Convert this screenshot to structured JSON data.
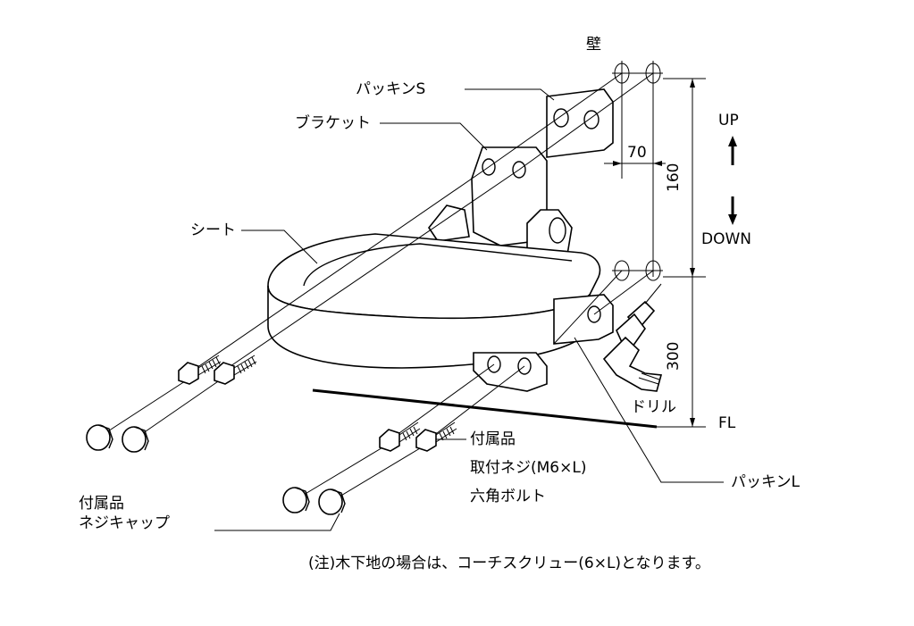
{
  "labels": {
    "wall": "壁",
    "packing_s": "パッキンS",
    "bracket": "ブラケット",
    "seat": "シート",
    "up": "UP",
    "down": "DOWN",
    "dim_70": "70",
    "dim_160": "160",
    "dim_300": "300",
    "drill": "ドリル",
    "fl": "FL",
    "accessory_1": "付属品",
    "mount_screw": "取付ネジ(M6×L)",
    "hex_bolt": "六角ボルト",
    "packing_l": "パッキンL",
    "accessory_2": "付属品",
    "screw_cap": "ネジキャップ"
  },
  "note": "(注)木下地の場合は、コーチスクリュー(6×L)となります。"
}
